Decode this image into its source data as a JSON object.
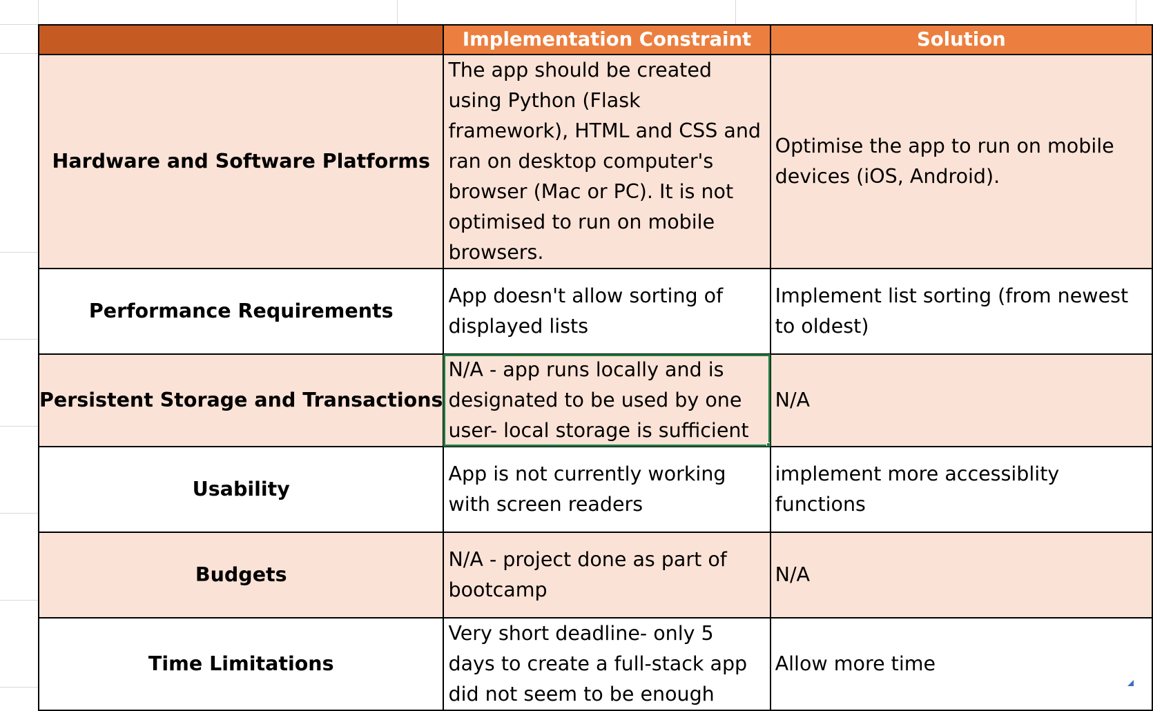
{
  "colors": {
    "header_dark": "#c55a22",
    "header_light": "#ec7f3f",
    "row_shade": "#fbe2d6",
    "row_plain": "#ffffff",
    "selection": "#1f7a3e"
  },
  "table": {
    "headers": [
      "",
      "Implementation Constraint",
      "Solution"
    ],
    "rows": [
      {
        "topic": "Hardware and Software Platforms",
        "constraint": "The app should be created using Python (Flask framework), HTML and CSS and ran on desktop computer's browser (Mac or PC). It is not optimised to run on mobile browsers.",
        "solution": "Optimise the app to run on mobile devices (iOS, Android)."
      },
      {
        "topic": "Performance Requirements",
        "constraint": "App doesn't allow sorting of displayed lists",
        "solution": "Implement list sorting (from newest to oldest)"
      },
      {
        "topic": "Persistent Storage and Transactions",
        "constraint": "N/A - app runs locally and is designated to be used by one user- local storage is sufficient",
        "solution": "N/A"
      },
      {
        "topic": "Usability",
        "constraint": "App is not currently working with screen readers",
        "solution": "implement more accessiblity functions"
      },
      {
        "topic": "Budgets",
        "constraint": "N/A - project done as part of bootcamp",
        "solution": "N/A"
      },
      {
        "topic": "Time Limitations",
        "constraint": "Very short deadline- only 5 days to create a full-stack app did not seem to be enough",
        "solution": "Allow more time"
      }
    ]
  }
}
